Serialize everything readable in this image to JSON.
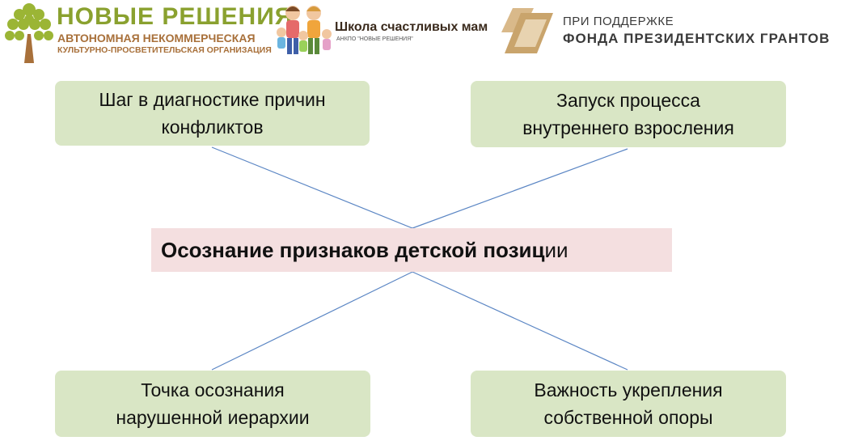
{
  "logos": {
    "novye": {
      "title": "НОВЫЕ РЕШЕНИЯ",
      "line1": "АВТОНОМНАЯ НЕКОММЕРЧЕСКАЯ",
      "line2": "КУЛЬТУРНО-ПРОСВЕТИТЕЛЬСКАЯ ОРГАНИЗАЦИЯ",
      "icon": "tree-icon"
    },
    "school": {
      "title": "Школа счастливых мам",
      "subtitle": "АНКПО \"НОВЫЕ РЕШЕНИЯ\"",
      "icon": "family-icon"
    },
    "fund": {
      "line1": "ПРИ ПОДДЕРЖКЕ",
      "line2": "ФОНДА ПРЕЗИДЕНТСКИХ ГРАНТОВ",
      "icon": "grant-fund-icon"
    }
  },
  "diagram": {
    "center": {
      "bold": "Осознание признаков детской позиц",
      "rest": "ии"
    },
    "boxes": {
      "top_left": "Шаг  в диагностике причин\nконфликтов",
      "top_right": "Запуск процесса\nвнутреннего взросления",
      "bottom_left": "Точка осознания\nнарушенной иерархии",
      "bottom_right": "Важность укрепления\nсобственной опоры"
    },
    "colors": {
      "box_fill": "#d9e6c5",
      "center_fill": "#f4dfe0",
      "connector": "#5b86c4"
    }
  }
}
